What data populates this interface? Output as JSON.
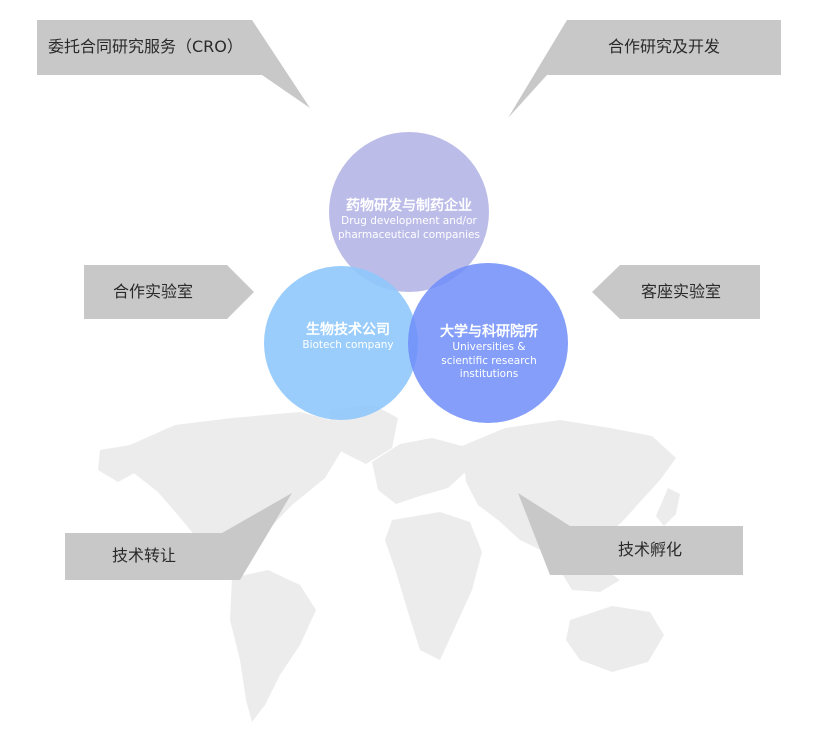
{
  "callouts": {
    "cro": "委托合同研究服务（CRO）",
    "co_research": "合作研究及开发",
    "co_lab": "合作实验室",
    "guest_lab": "客座实验室",
    "tech_transfer": "技术转让",
    "incubation": "技术孵化"
  },
  "circles": {
    "pharma": {
      "title": "药物研发与制药企业",
      "subtitle": "Drug development and/or\npharmaceutical companies",
      "color": "#b3b3e6"
    },
    "biotech": {
      "title": "生物技术公司",
      "subtitle": "Biotech company",
      "color": "#8fc8fb"
    },
    "university": {
      "title": "大学与科研院所",
      "subtitle": "Universities &\nscientific research\ninstitutions",
      "color": "#6f8df9"
    }
  },
  "map_color": "#ececec"
}
